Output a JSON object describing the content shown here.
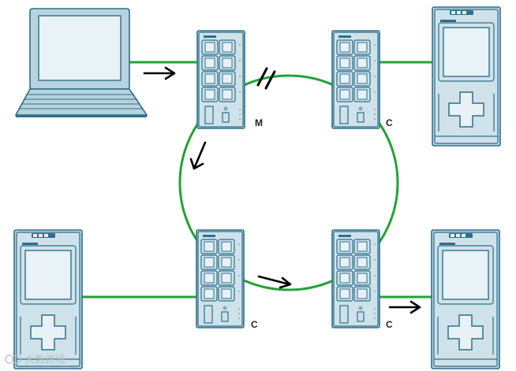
{
  "topology": {
    "ring_color": "#22a334",
    "device_color": "#b8d3de",
    "outline_color": "#2f6f8b",
    "arrow_color": "#000000"
  },
  "switches": [
    {
      "id": "switch-top-left",
      "role": "M"
    },
    {
      "id": "switch-top-right",
      "role": "C"
    },
    {
      "id": "switch-bottom-left",
      "role": "C"
    },
    {
      "id": "switch-bottom-right",
      "role": "C"
    }
  ],
  "endpoints": [
    {
      "id": "laptop",
      "icon": "laptop-icon"
    },
    {
      "id": "plc-top-right",
      "icon": "controller-icon"
    },
    {
      "id": "plc-bottom-left",
      "icon": "controller-icon"
    },
    {
      "id": "plc-bottom-right",
      "icon": "controller-icon"
    }
  ],
  "watermark": {
    "text": "大数跨境"
  }
}
